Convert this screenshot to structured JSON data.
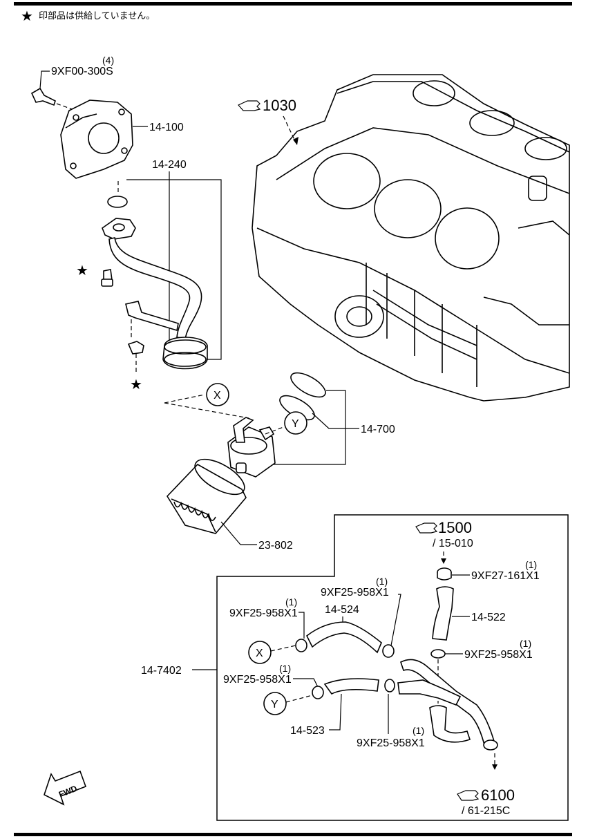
{
  "header": {
    "star_symbol": "★",
    "note": "印部品は供給していません。"
  },
  "callouts": [
    {
      "id": "1030",
      "text": "1030"
    },
    {
      "id": "1500",
      "text": "1500",
      "sub": "/ 15-010"
    },
    {
      "id": "6100",
      "text": "6100",
      "sub": "/ 61-215C"
    }
  ],
  "parts": {
    "p_9xf00": {
      "number": "9XF00-300S",
      "qty": "(4)"
    },
    "p_14100": {
      "number": "14-100"
    },
    "p_14240": {
      "number": "14-240"
    },
    "p_14700": {
      "number": "14-700"
    },
    "p_23802": {
      "number": "23-802"
    },
    "p_14402": {
      "number": "14-7402"
    },
    "p_9xf27": {
      "number": "9XF27-161X1",
      "qty": "(1)"
    },
    "p_clamp_a": {
      "number": "9XF25-958X1",
      "qty": "(1)"
    },
    "p_clamp_b": {
      "number": "9XF25-958X1",
      "qty": "(1)"
    },
    "p_clamp_c": {
      "number": "9XF25-958X1",
      "qty": "(1)"
    },
    "p_clamp_d": {
      "number": "9XF25-958X1",
      "qty": "(1)"
    },
    "p_clamp_e": {
      "number": "9XF25-958X1",
      "qty": "(1)"
    },
    "p_14522": {
      "number": "14-522"
    },
    "p_14524": {
      "number": "14-524"
    },
    "p_14523": {
      "number": "14-523"
    }
  },
  "connectors": {
    "x": "X",
    "y": "Y"
  },
  "fwd": "FWD",
  "icons": {
    "callout": "pointing-hand-icon",
    "star": "star-icon",
    "fwd": "fwd-arrow-icon"
  }
}
